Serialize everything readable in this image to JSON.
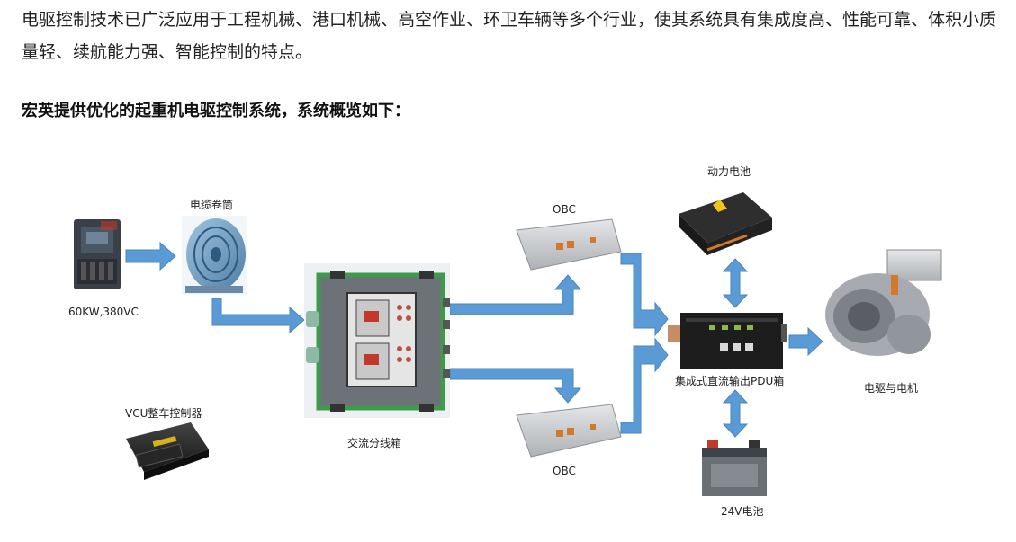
{
  "intro_text": "电驱控制技术已广泛应用于工程机械、港口机械、高空作业、环卫车辆等多个行业，使其系统具有集成度高、性能可靠、体积小质量轻、续航能力强、智能控制的特点。",
  "section_heading": "宏英提供优化的起重机电驱控制系统，系统概览如下：",
  "labels": {
    "power_supply": "60KW,380VC",
    "cable_reel": "电缆卷筒",
    "vcu": "VCU整车控制器",
    "ac_box": "交流分线箱",
    "obc_top": "OBC",
    "obc_bottom": "OBC",
    "power_battery": "动力电池",
    "pdu": "集成式直流输出PDU箱",
    "battery_24v": "24V电池",
    "motor": "电驱与电机"
  },
  "colors": {
    "arrow": "#5b9bd5",
    "arrow_stroke": "#4a86bf",
    "box_frame": "#3f9a4a",
    "device_gray": "#c9cbce",
    "device_dark": "#2b2b2b"
  }
}
